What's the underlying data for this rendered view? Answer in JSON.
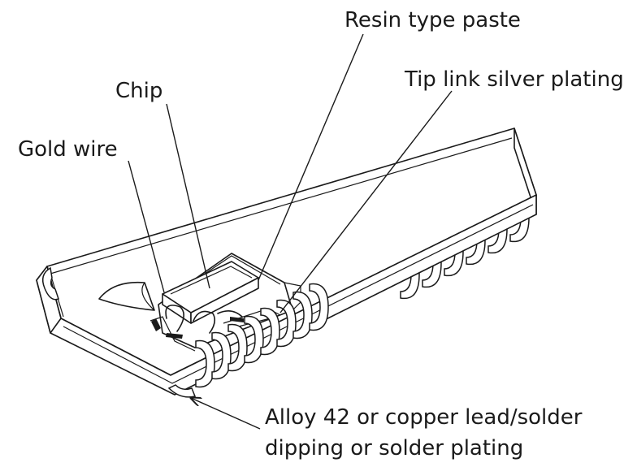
{
  "labels": {
    "resin": "Resin type paste",
    "tip_link": "Tip link silver plating",
    "chip": "Chip",
    "gold_wire": "Gold wire",
    "alloy_line1": "Alloy 42 or copper lead/solder",
    "alloy_line2": "dipping or solder plating"
  },
  "leads": {
    "far_side_count": 6,
    "near_side_count": 8
  },
  "colors": {
    "ink": "#1a1a1a",
    "background": "#ffffff"
  }
}
